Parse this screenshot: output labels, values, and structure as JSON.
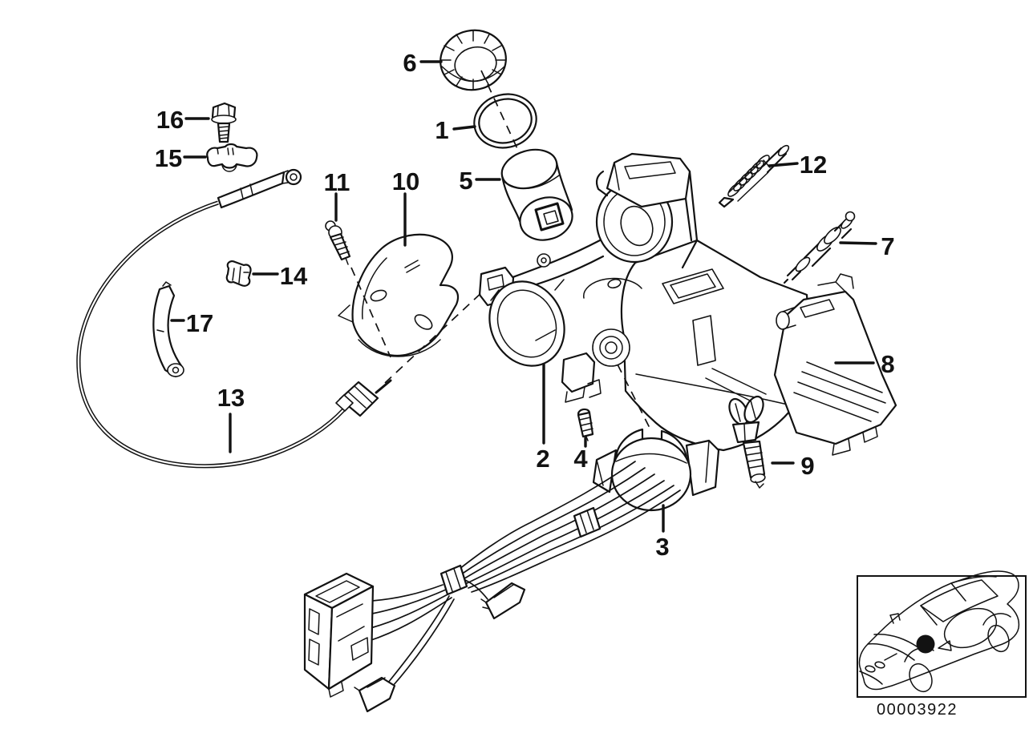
{
  "figure": {
    "callouts": [
      "1",
      "2",
      "3",
      "4",
      "5",
      "6",
      "7",
      "8",
      "9",
      "10",
      "11",
      "12",
      "13",
      "14",
      "15",
      "16",
      "17"
    ],
    "inset": {
      "code": "00003922"
    },
    "colors": {
      "ink": "#000000",
      "background": "#ffffff"
    }
  }
}
